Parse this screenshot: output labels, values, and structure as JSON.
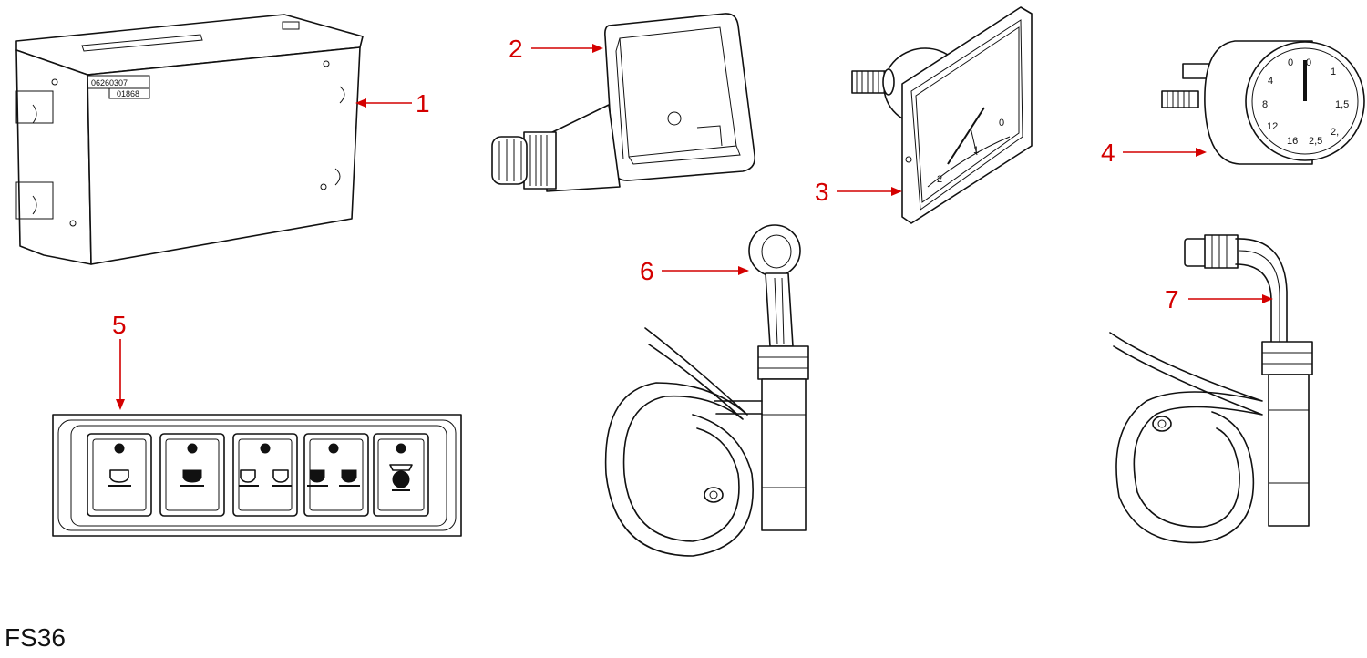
{
  "figure_code": "FS36",
  "colors": {
    "callout": "#d40000",
    "line_art": "#111111",
    "background": "#ffffff"
  },
  "parts": [
    {
      "number": "1",
      "depicts": "control-box"
    },
    {
      "number": "2",
      "depicts": "sight-glass-housing"
    },
    {
      "number": "3",
      "depicts": "rectangular-gauge"
    },
    {
      "number": "4",
      "depicts": "round-pressure-gauge"
    },
    {
      "number": "5",
      "depicts": "push-button-keypad"
    },
    {
      "number": "6",
      "depicts": "pipe-assembly-with-ring-fitting"
    },
    {
      "number": "7",
      "depicts": "pipe-assembly-with-nut-fitting"
    }
  ],
  "part1_labels": {
    "code_top": "06260307",
    "code_bottom": "01868"
  },
  "gauge4_scale": [
    "0",
    "0",
    "1",
    "4",
    "1,5",
    "8",
    "12",
    "16",
    "2,5",
    "2,"
  ],
  "gauge3_scale": [
    "2",
    "1",
    "0"
  ],
  "keypad_icons": [
    "single-cup-icon",
    "single-cup-dark-icon",
    "double-cup-icon",
    "double-cup-dark-icon",
    "continuous-brew-icon"
  ]
}
